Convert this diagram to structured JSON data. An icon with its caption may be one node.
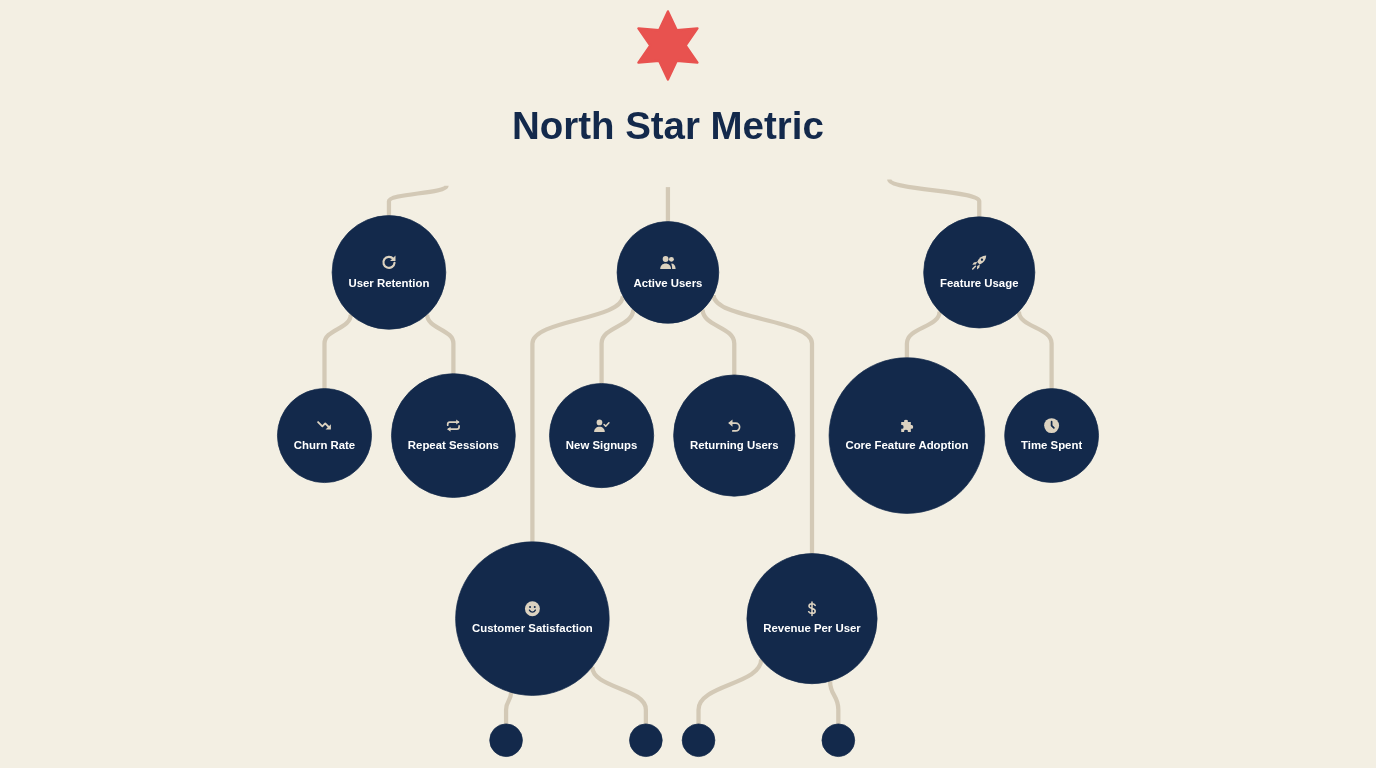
{
  "diagram": {
    "nodes": [
      {
        "text": [
          "North Star Metric"
        ]
      },
      {
        "text": [
          "User Retention"
        ]
      },
      {
        "text": [
          "Active Users"
        ]
      },
      {
        "text": [
          "Feature Usage"
        ]
      },
      {
        "text": [
          "Churn Rate"
        ]
      },
      {
        "text": [
          "Repeat Sessions"
        ]
      },
      {
        "text": [
          "New Signups"
        ]
      },
      {
        "text": [
          "Returning Users"
        ]
      },
      {
        "text": [
          "Core Feature Adoption"
        ]
      },
      {
        "text": [
          "Time Spent"
        ]
      },
      {
        "text": [
          "Customer Satisfaction"
        ]
      },
      {
        "text": [
          "Revenue Per User"
        ]
      },
      {
        "text": [],
        "shape": "circle"
      },
      {
        "text": [],
        "shape": "circle"
      },
      {
        "text": [],
        "shape": "circle"
      },
      {
        "text": [],
        "shape": "circle"
      }
    ],
    "edges": [
      {
        "from": 0,
        "to": 1,
        "arrow": "none"
      },
      {
        "from": 0,
        "to": 2,
        "arrow": "none"
      },
      {
        "from": 0,
        "to": 3,
        "arrow": "none"
      },
      {
        "from": 1,
        "to": 4,
        "arrow": "none"
      },
      {
        "from": 1,
        "to": 5,
        "arrow": "none"
      },
      {
        "from": 2,
        "to": 10,
        "arrow": "none"
      },
      {
        "from": 2,
        "to": 6,
        "arrow": "none"
      },
      {
        "from": 2,
        "to": 7,
        "arrow": "none"
      },
      {
        "from": 2,
        "to": 11,
        "arrow": "none"
      },
      {
        "from": 3,
        "to": 8,
        "arrow": "none"
      },
      {
        "from": 3,
        "to": 9,
        "arrow": "none"
      },
      {
        "from": 10,
        "to": 12,
        "arrow": "none"
      },
      {
        "from": 10,
        "to": 13,
        "arrow": "none"
      },
      {
        "from": 11,
        "to": 14,
        "arrow": "none"
      },
      {
        "from": 11,
        "to": 15,
        "arrow": "none"
      }
    ]
  }
}
